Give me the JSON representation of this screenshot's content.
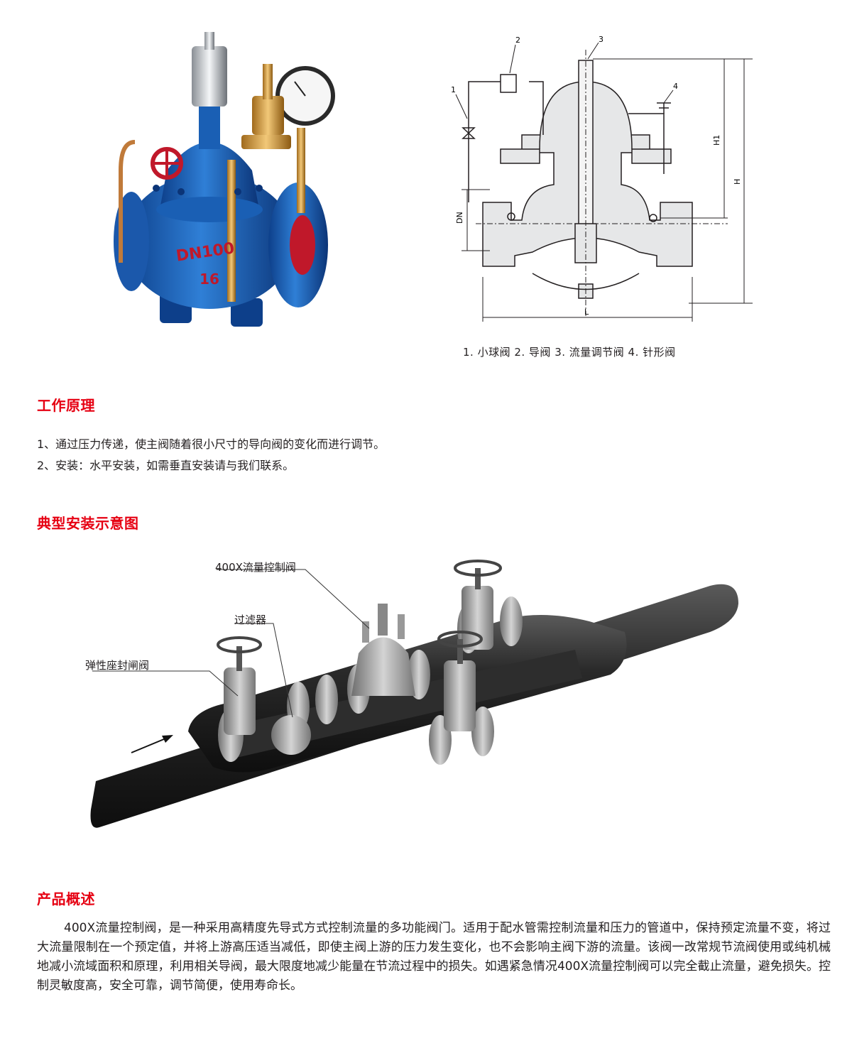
{
  "diagram": {
    "part_numbers": [
      "1",
      "2",
      "3",
      "4"
    ],
    "dims": {
      "h1": "H1",
      "h": "H",
      "dn": "DN",
      "l": "L"
    },
    "caption": "1. 小球阀  2. 导阀  3. 流量调节阀  4. 针形阀"
  },
  "valve_marking": {
    "size": "DN100",
    "pressure": "16"
  },
  "working_principle": {
    "title": "工作原理",
    "items": [
      "1、通过压力传递，使主阀随着很小尺寸的导向阀的变化而进行调节。",
      "2、安装：水平安装，如需垂直安装请与我们联系。"
    ]
  },
  "installation": {
    "title": "典型安装示意图",
    "labels": {
      "control_valve": "400X流量控制阀",
      "filter": "过滤器",
      "gate_valve": "弹性座封闸阀"
    }
  },
  "overview": {
    "title": "产品概述",
    "text": "400X流量控制阀，是一种采用高精度先导式方式控制流量的多功能阀门。适用于配水管需控制流量和压力的管道中，保持预定流量不变，将过大流量限制在一个预定值，并将上游高压适当减低，即使主阀上游的压力发生变化，也不会影响主阀下游的流量。该阀一改常规节流阀使用或纯机械地减小流域面积和原理，利用相关导阀，最大限度地减少能量在节流过程中的损失。如遇紧急情况400X流量控制阀可以完全截止流量，避免损失。控制灵敏度高，安全可靠，调节简便，使用寿命长。"
  },
  "colors": {
    "accent": "#e60012",
    "valve_blue": "#1a5fb4",
    "brass": "#d4a14a",
    "pipe": "#2b2b2b"
  }
}
